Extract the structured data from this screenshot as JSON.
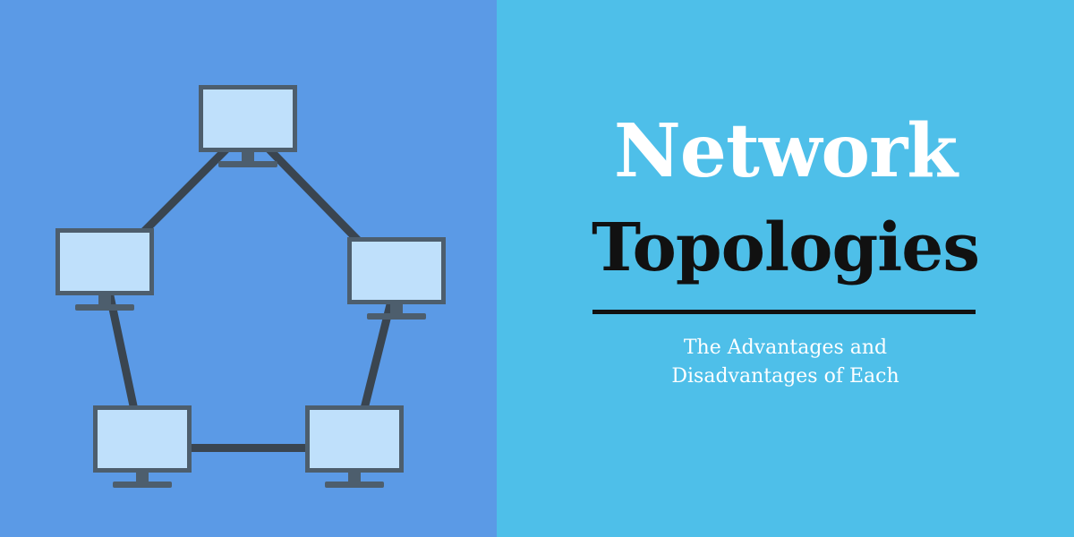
{
  "colors": {
    "left_bg": "#5b9ae6",
    "right_bg": "#4ebfe9",
    "monitor_frame": "#4d5e6d",
    "monitor_screen": "#bfe0fb",
    "link_line": "#3a4550",
    "title_line1": "#ffffff",
    "title_line2": "#111111",
    "divider": "#111111",
    "subtitle": "#ffffff"
  },
  "diagram": {
    "topology": "ring",
    "nodes": [
      {
        "name": "computer-top",
        "icon": "monitor-icon"
      },
      {
        "name": "computer-right",
        "icon": "monitor-icon"
      },
      {
        "name": "computer-bottom-right",
        "icon": "monitor-icon"
      },
      {
        "name": "computer-bottom-left",
        "icon": "monitor-icon"
      },
      {
        "name": "computer-left",
        "icon": "monitor-icon"
      }
    ],
    "links": [
      [
        "computer-top",
        "computer-right"
      ],
      [
        "computer-right",
        "computer-bottom-right"
      ],
      [
        "computer-bottom-right",
        "computer-bottom-left"
      ],
      [
        "computer-bottom-left",
        "computer-left"
      ],
      [
        "computer-left",
        "computer-top"
      ]
    ]
  },
  "banner": {
    "title_line1": "Network",
    "title_line2": "Topologies",
    "subtitle_line1": "The Advantages and",
    "subtitle_line2": "Disadvantages of Each"
  }
}
